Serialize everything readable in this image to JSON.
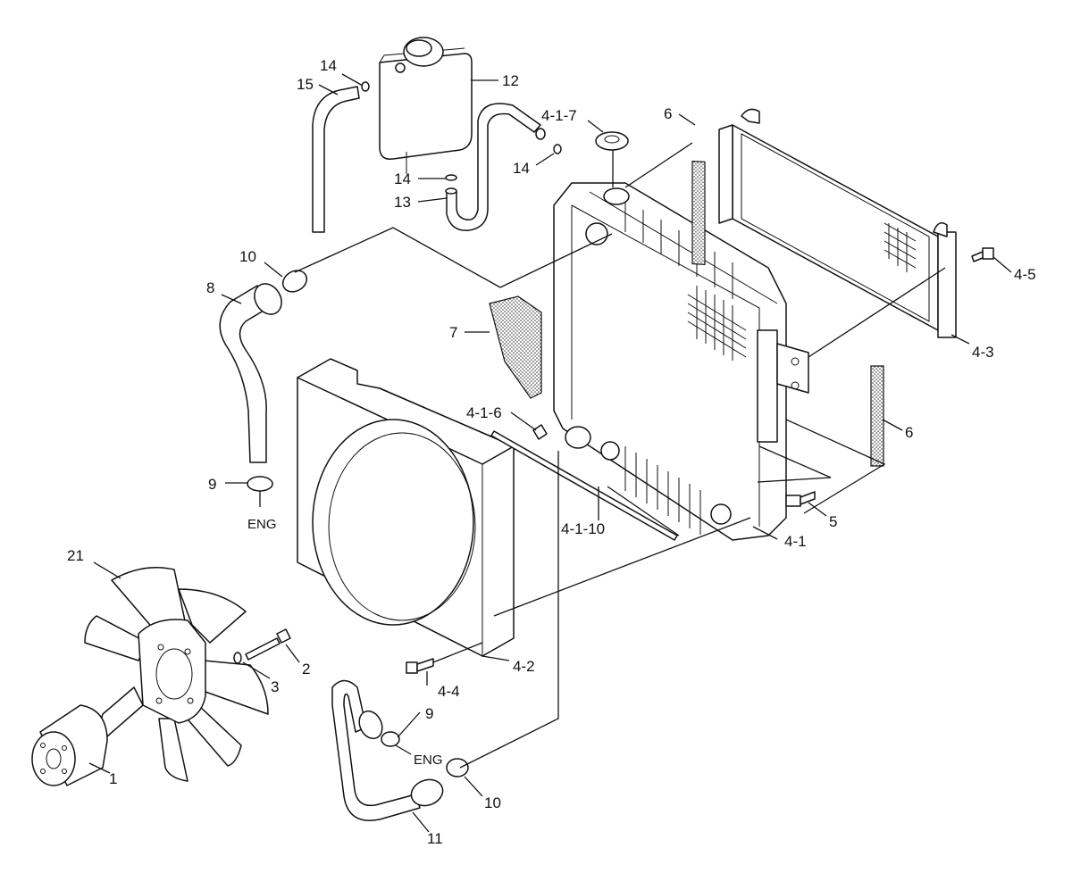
{
  "callouts": {
    "c1": "1",
    "c2": "2",
    "c3": "3",
    "c4_1": "4-1",
    "c4_1_6": "4-1-6",
    "c4_1_7": "4-1-7",
    "c4_1_10": "4-1-10",
    "c4_2": "4-2",
    "c4_3": "4-3",
    "c4_4": "4-4",
    "c4_5": "4-5",
    "c5": "5",
    "c6a": "6",
    "c6b": "6",
    "c7": "7",
    "c8": "8",
    "c9a": "9",
    "c9b": "9",
    "c10a": "10",
    "c10b": "10",
    "c11": "11",
    "c12": "12",
    "c13": "13",
    "c14a": "14",
    "c14b": "14",
    "c14c": "14",
    "c15": "15",
    "c21": "21"
  },
  "eng_labels": {
    "upper": "ENG",
    "lower": "ENG"
  },
  "colors": {
    "line": "#111111",
    "background": "#ffffff"
  }
}
